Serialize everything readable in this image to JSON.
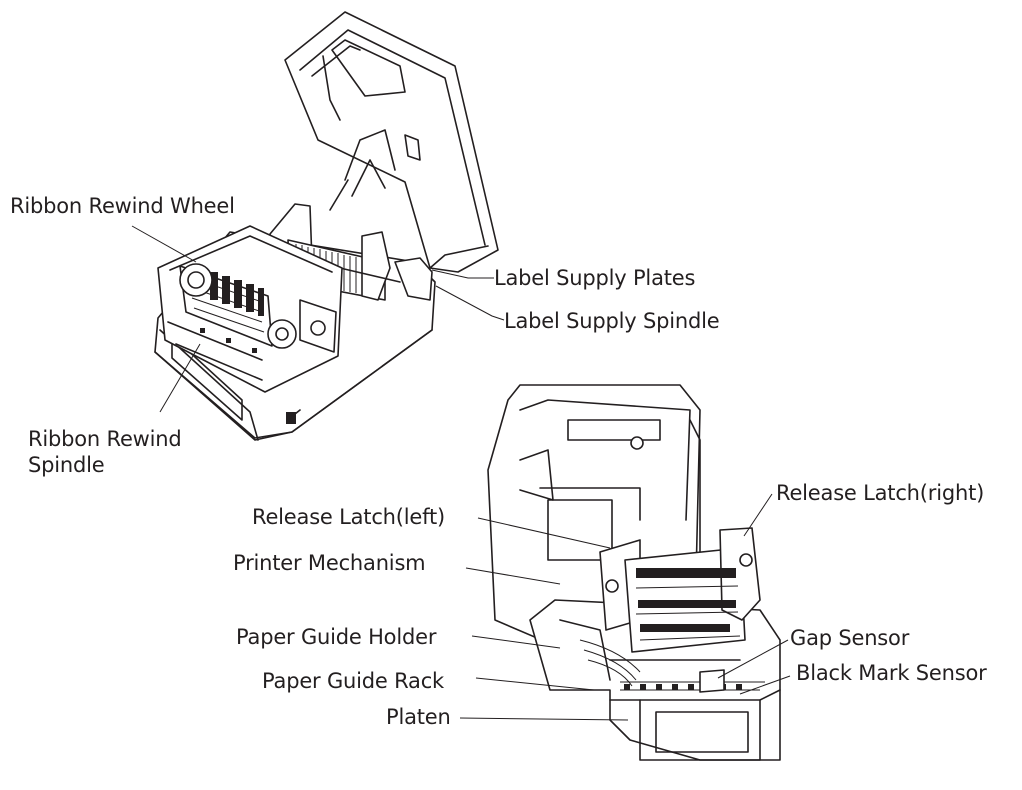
{
  "top_view": {
    "labels": {
      "ribbon_rewind_wheel": "Ribbon Rewind Wheel",
      "label_supply_plates": "Label Supply Plates",
      "label_supply_spindle": "Label Supply Spindle",
      "ribbon_rewind_spindle_line1": "Ribbon Rewind",
      "ribbon_rewind_spindle_line2": "Spindle"
    }
  },
  "bottom_view": {
    "labels": {
      "release_latch_left": "Release Latch(left)",
      "release_latch_right": "Release Latch(right)",
      "printer_mechanism": "Printer Mechanism",
      "paper_guide_holder": "Paper Guide Holder",
      "paper_guide_rack": "Paper Guide Rack",
      "platen": "Platen",
      "gap_sensor": "Gap Sensor",
      "black_mark_sensor": "Black Mark Sensor"
    }
  }
}
